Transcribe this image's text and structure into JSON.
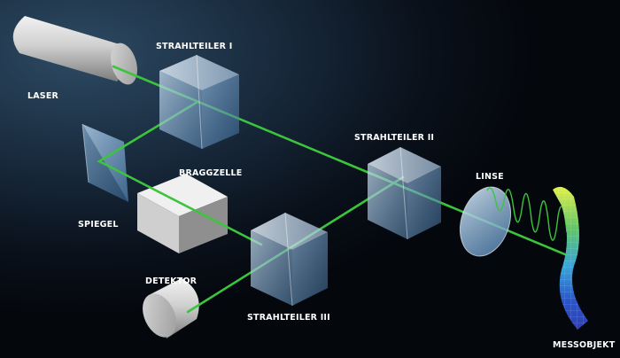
{
  "labels": {
    "laser": "LASER",
    "beamsplitter1": "STRAHLTEILER I",
    "beamsplitter2": "STRAHLTEILER II",
    "beamsplitter3": "STRAHLTEILER III",
    "mirror": "SPIEGEL",
    "bragg_cell": "BRAGGZELLE",
    "detector": "DETEKTOR",
    "lens": "LINSE",
    "object": "MESSOBJEKT"
  },
  "colors": {
    "beam": "#3cc43c",
    "background": "#0a111b",
    "label": "#ffffff"
  }
}
